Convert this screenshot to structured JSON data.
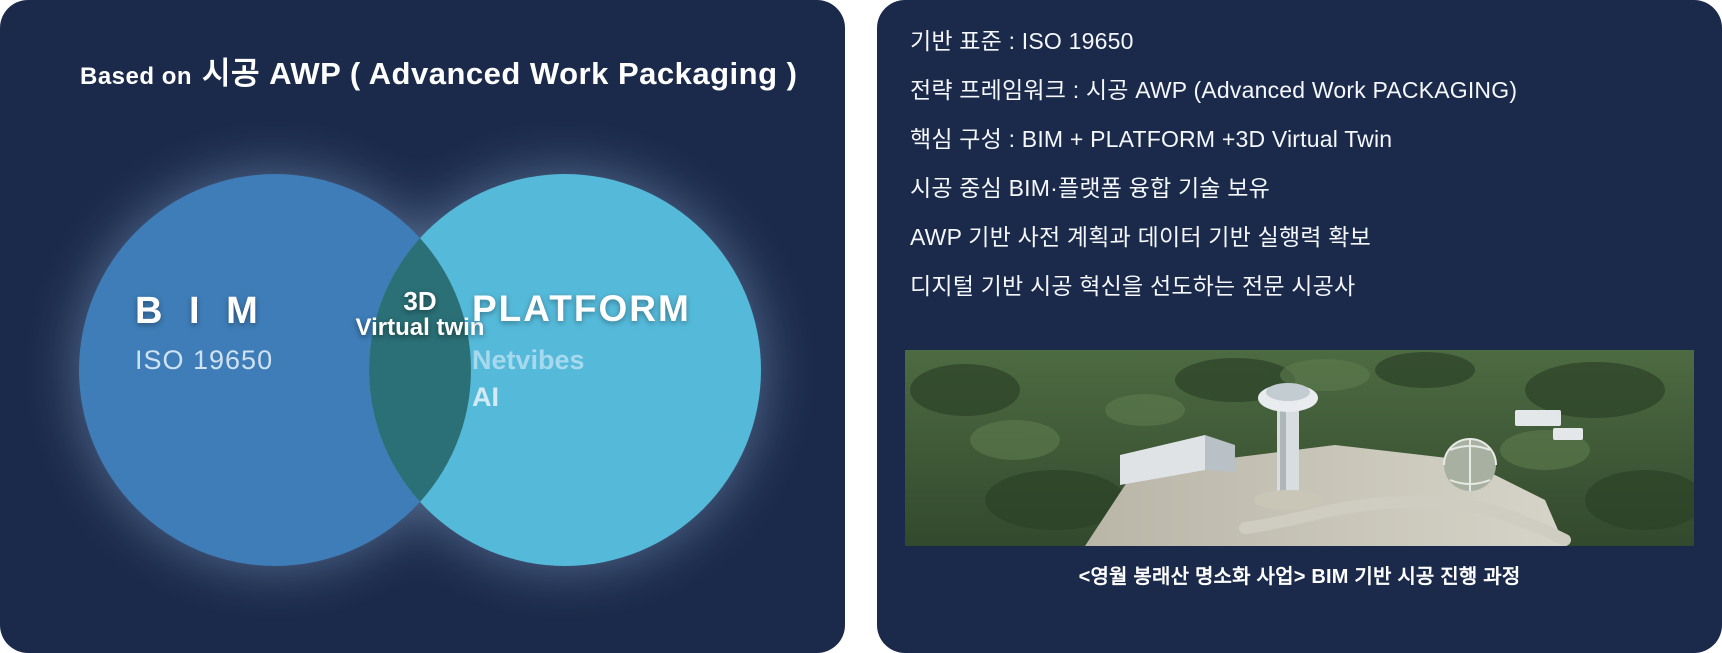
{
  "left_panel": {
    "title_prefix": "Based on",
    "title_main": "시공 AWP ( Advanced Work Packaging )",
    "venn": {
      "left_label": "B I M",
      "left_sub": "ISO 19650",
      "overlap_line1": "3D",
      "overlap_line2": "Virtual twin",
      "right_label": "PLATFORM",
      "right_sub1": "Netvibes",
      "right_sub2": "AI"
    },
    "colors": {
      "panel_bg": "#1b2a4a",
      "bim_circle": "#3e7db8",
      "platform_circle": "#55bada",
      "overlap": "#2b7077",
      "bim_sub_text": "#cfe2f1",
      "netvibes_text": "#a6d8ee",
      "ai_text": "#d2ebf6"
    }
  },
  "right_panel": {
    "lines": [
      "기반 표준 : ISO 19650",
      "전략 프레임워크 : 시공 AWP (Advanced Work PACKAGING)",
      "핵심 구성 : BIM + PLATFORM +3D Virtual Twin",
      "시공 중심 BIM·플랫폼 융합 기술 보유",
      "AWP 기반 사전 계획과 데이터 기반 실행력 확보",
      "디지털 기반 시공 혁신을 선도하는 전문 시공사"
    ],
    "photo_caption": "<영월 봉래산 명소화 사업> BIM 기반 시공 진행 과정"
  }
}
